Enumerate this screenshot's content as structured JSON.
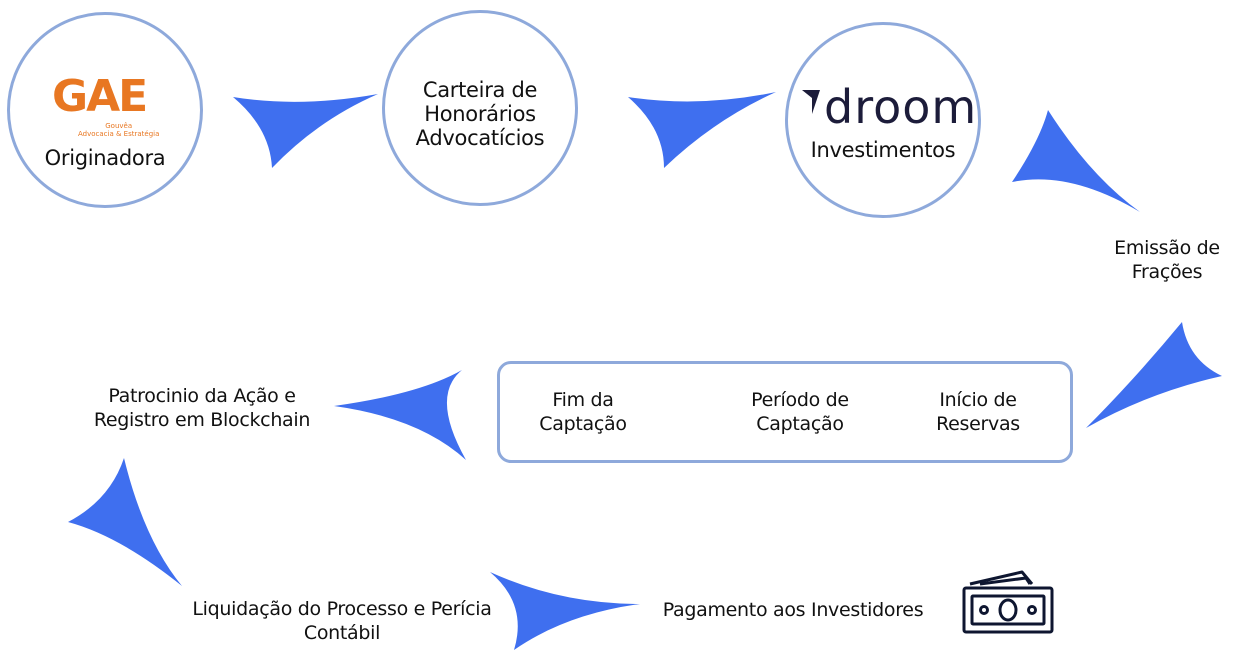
{
  "nodes": {
    "originadora": {
      "logo_text": "GAE",
      "logo_subtitle_1": "Gouvêa",
      "logo_subtitle_2": "Advocacia & Estratégia",
      "label": "Originadora"
    },
    "carteira": {
      "line1": "Carteira de",
      "line2": "Honorários",
      "line3": "Advocatícios"
    },
    "droom": {
      "logo_text": "droom",
      "label": "Investimentos"
    }
  },
  "steps": {
    "emissao": {
      "line1": "Emissão de",
      "line2": "Frações"
    },
    "inicio": {
      "line1": "Início de",
      "line2": "Reservas"
    },
    "periodo": {
      "line1": "Período de",
      "line2": "Captação"
    },
    "fim": {
      "line1": "Fim da",
      "line2": "Captação"
    },
    "patrocinio": {
      "line1": "Patrocinio da Ação e",
      "line2": "Registro em Blockchain"
    },
    "liquidacao": {
      "line1": "Liquidação do Processo e Perícia",
      "line2": "Contábil"
    },
    "pagamento": {
      "line1": "Pagamento aos Investidores"
    }
  },
  "icons": [
    "gae-logo",
    "droom-logo",
    "money-bills-icon",
    "arrow-icons"
  ],
  "colors": {
    "arrow": "#3F6FEF",
    "outline": "#8EA9DB",
    "gae_orange": "#E87722",
    "droom_navy": "#1C1C3A"
  }
}
